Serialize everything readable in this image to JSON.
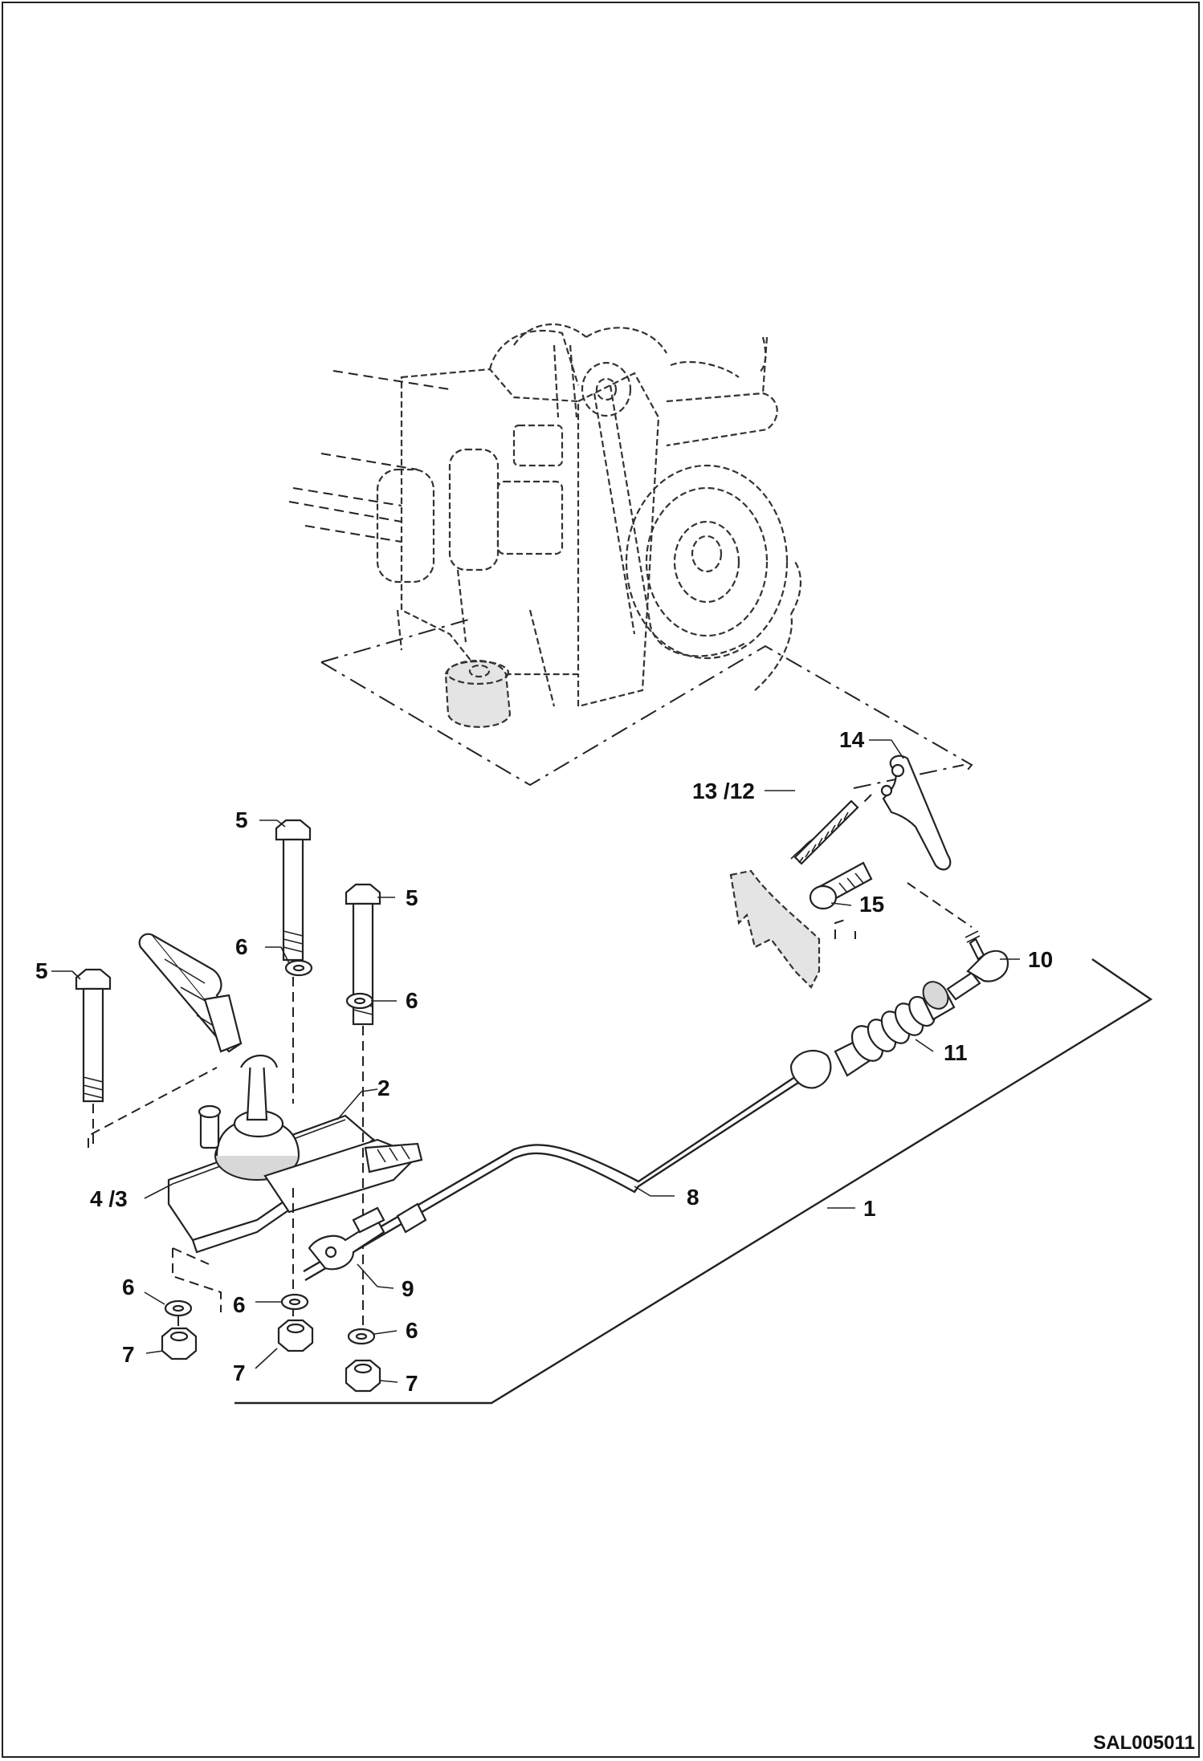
{
  "callouts": [
    {
      "id": "c14",
      "text": "14"
    },
    {
      "id": "c13_12",
      "text": "13 /12"
    },
    {
      "id": "c15",
      "text": "15"
    },
    {
      "id": "c10",
      "text": "10"
    },
    {
      "id": "c11",
      "text": "11"
    },
    {
      "id": "c5a",
      "text": "5"
    },
    {
      "id": "c5b",
      "text": "5"
    },
    {
      "id": "c5c",
      "text": "5"
    },
    {
      "id": "c6a",
      "text": "6"
    },
    {
      "id": "c6b",
      "text": "6"
    },
    {
      "id": "c2",
      "text": "2"
    },
    {
      "id": "c4_3",
      "text": "4 /3"
    },
    {
      "id": "c8",
      "text": "8"
    },
    {
      "id": "c1",
      "text": "1"
    },
    {
      "id": "c9",
      "text": "9"
    },
    {
      "id": "c6c",
      "text": "6"
    },
    {
      "id": "c6d",
      "text": "6"
    },
    {
      "id": "c6e",
      "text": "6"
    },
    {
      "id": "c7a",
      "text": "7"
    },
    {
      "id": "c7b",
      "text": "7"
    },
    {
      "id": "c7c",
      "text": "7"
    }
  ],
  "drawing_code": "SAL005011"
}
